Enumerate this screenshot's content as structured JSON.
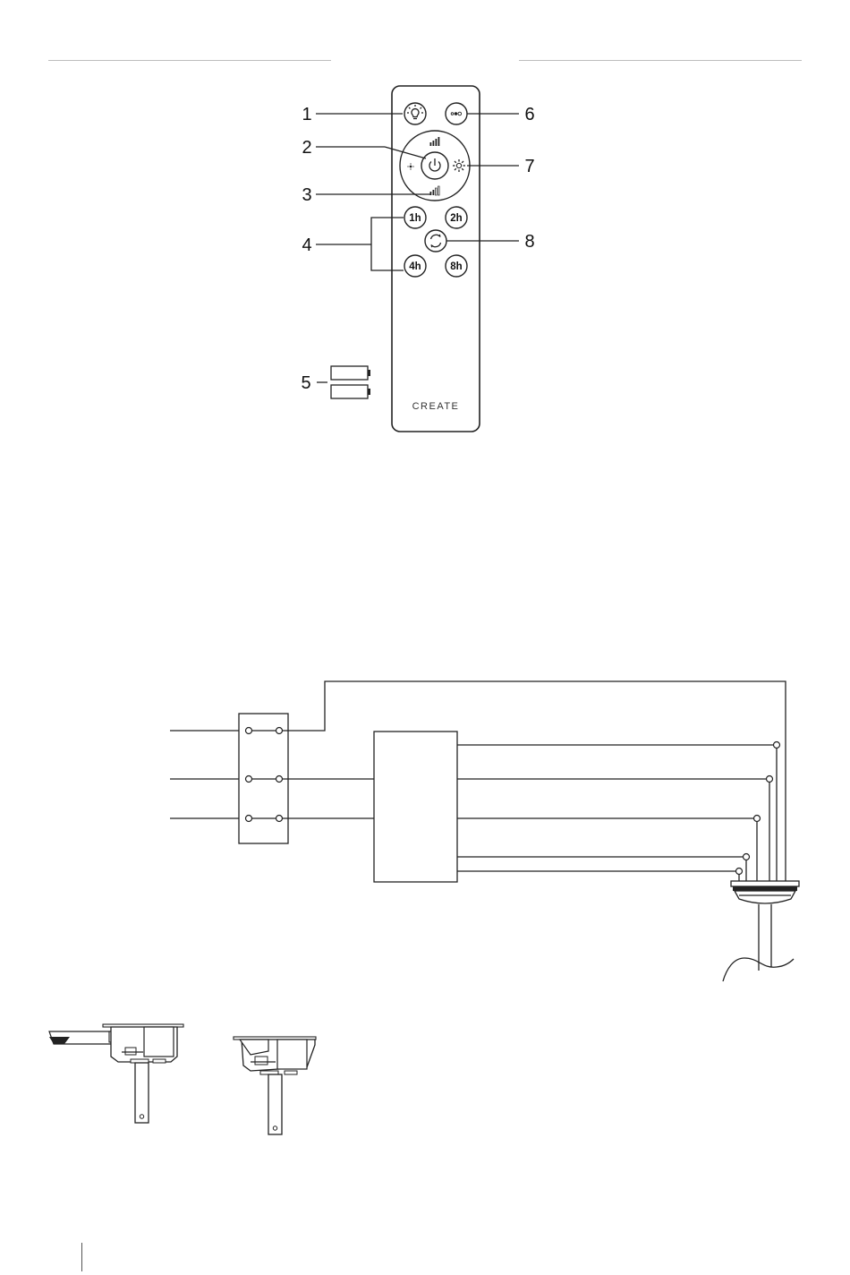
{
  "remote": {
    "brand": "CREATE",
    "buttons": {
      "light_icon": "lightbulb-icon",
      "mode_icon": "mode-icon",
      "power_icon": "power-icon",
      "speed_up_icon": "signal-bars-up-icon",
      "speed_down_icon": "signal-bars-down-icon",
      "dim_icon": "dim-sun-icon",
      "bright_icon": "bright-sun-icon",
      "reverse_icon": "reverse-rotation-icon",
      "timer_1h": "1h",
      "timer_2h": "2h",
      "timer_4h": "4h",
      "timer_8h": "8h"
    },
    "callouts": [
      "1",
      "2",
      "3",
      "4",
      "5",
      "6",
      "7",
      "8"
    ],
    "battery_icon": "battery-icon"
  },
  "wiring": {
    "components": [
      "terminal-block",
      "receiver-box",
      "ceiling-canopy",
      "downrod"
    ]
  },
  "mounting": {
    "views": [
      "bracket-side-view-a",
      "bracket-side-view-b"
    ]
  }
}
